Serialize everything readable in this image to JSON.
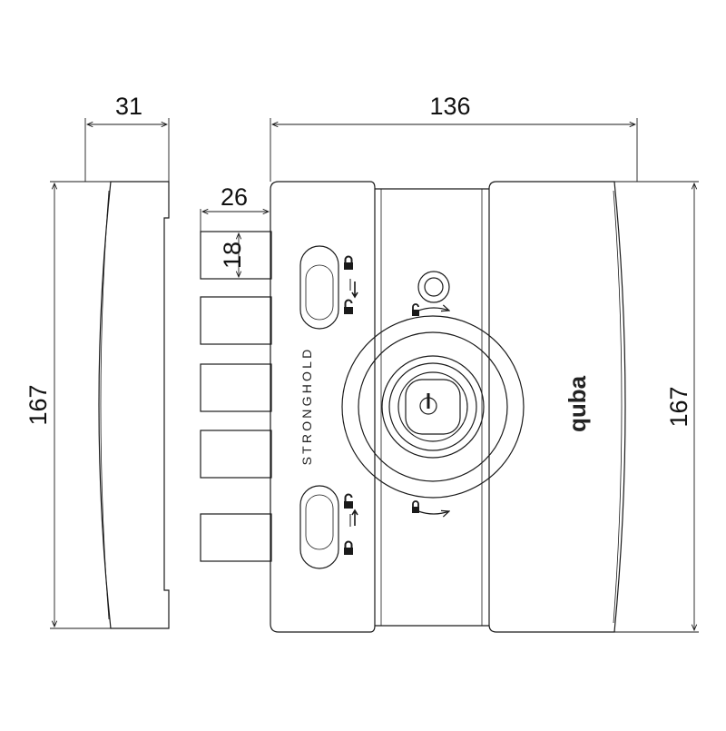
{
  "dimensions": {
    "side_width": "31",
    "total_width": "136",
    "bolt_length": "26",
    "bolt_height": "18",
    "height_left": "167",
    "height_right": "167"
  },
  "labels": {
    "brand": "STRONGHOLD",
    "logo": "quba"
  },
  "colors": {
    "stroke": "#1a1a1a",
    "background": "#ffffff"
  },
  "icons": [
    "padlock-icon",
    "arrow-icon",
    "key-icon"
  ]
}
